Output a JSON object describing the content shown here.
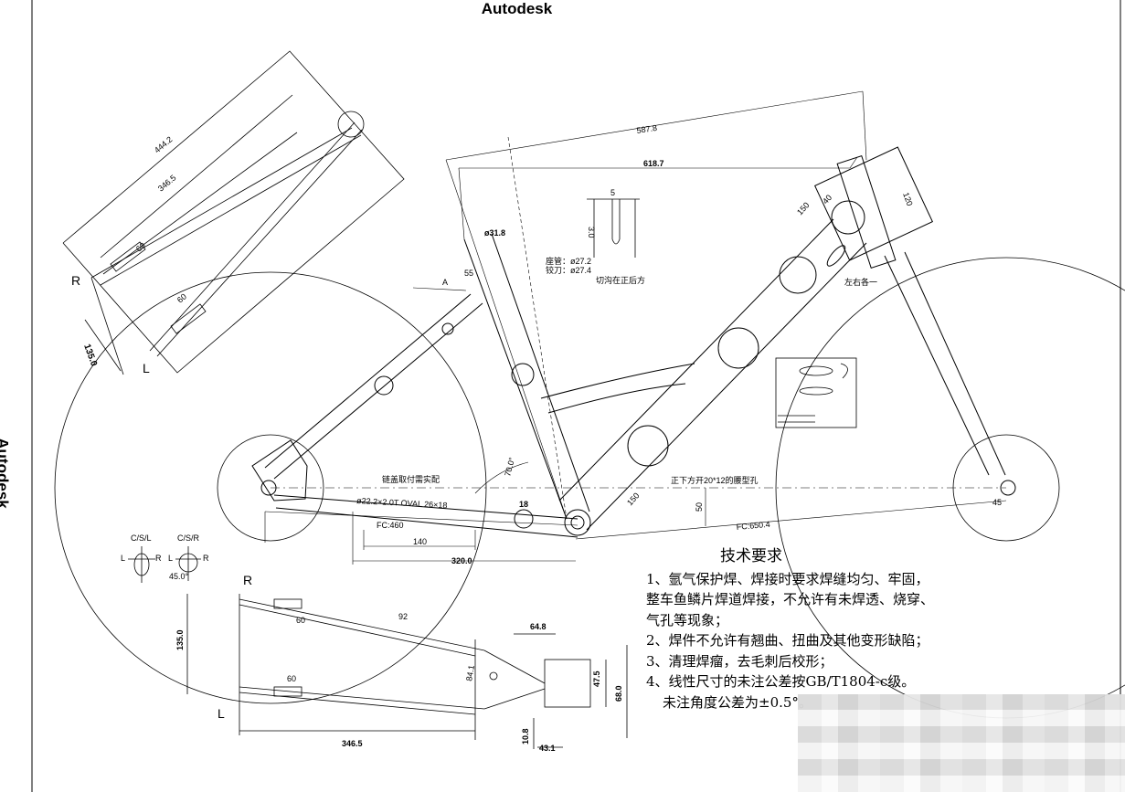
{
  "header": {
    "title": "Autodesk",
    "side_title": "Autodesk"
  },
  "side_labels": {
    "r_top": "R",
    "l_top": "L",
    "r_bottom": "R",
    "l_bottom": "L"
  },
  "dims": {
    "d444": "444.2",
    "d346a": "346.5",
    "d60a": "60",
    "d60b": "60",
    "d135a": "135.0",
    "d587": "587.8",
    "d618": "618.7",
    "d31": "ø31.8",
    "d55": "55",
    "dA": "A",
    "d5": "5",
    "d30": "3.0",
    "d150a": "150",
    "d40": "40",
    "d120": "120",
    "d50": "50",
    "d150b": "150",
    "d18": "18",
    "d140": "140",
    "d320": "320.0",
    "d45": "45",
    "d45deg": "45.0°",
    "d70": "70.0°",
    "d648": "64.8",
    "d475": "47.5",
    "d680": "68.0",
    "d108": "10.8",
    "d431": "43.1",
    "d3465b": "346.5",
    "d135b": "135.0",
    "d60c": "60",
    "d60d": "60",
    "d92": "92",
    "d841": "84.1"
  },
  "annotations": {
    "seat_tube": "座管：ø27.2",
    "seat_clamp": "铰刀：ø27.4",
    "slot_note": "切沟在正后方",
    "both_sides": "左右各一",
    "chain_cover": "链盖取付需实配",
    "slot_hole": "正下方开20*12的腰型孔",
    "oval_tube": "ø22.2×2.0T OVAL 26×18",
    "fc460": "FC:460",
    "fc650": "FC:650.4",
    "csl": "C/S/L",
    "csr": "C/S/R",
    "l_small": "L",
    "r_small": "R"
  },
  "notes": {
    "title": "技术要求",
    "lines": [
      "1、氩气保护焊、焊接时要求焊缝均匀、牢固，",
      "整车鱼鳞片焊道焊接，不允许有未焊透、烧穿、",
      "气孔等现象；",
      "2、焊件不允许有翘曲、扭曲及其他变形缺陷；",
      "3、清理焊瘤，去毛刺后校形；",
      "4、线性尺寸的未注公差按GB/T1804-c级。",
      "未注角度公差为±0.5°。"
    ]
  }
}
